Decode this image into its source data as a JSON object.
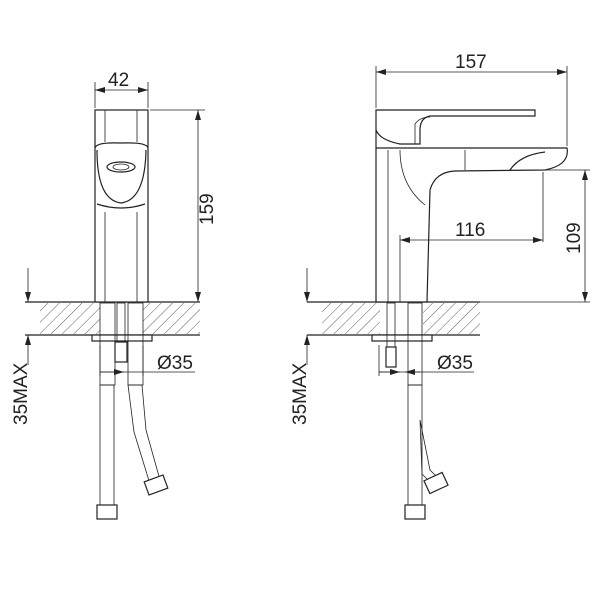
{
  "front_view": {
    "width_dim": "42",
    "height_dim": "159",
    "max_thickness_dim": "35MAX",
    "hole_diameter_dim": "Ø35"
  },
  "side_view": {
    "length_dim": "157",
    "spout_reach_dim": "116",
    "spout_height_dim": "109",
    "max_thickness_dim": "35MAX",
    "hole_diameter_dim": "Ø35"
  },
  "colors": {
    "line": "#222222",
    "background": "#ffffff"
  }
}
